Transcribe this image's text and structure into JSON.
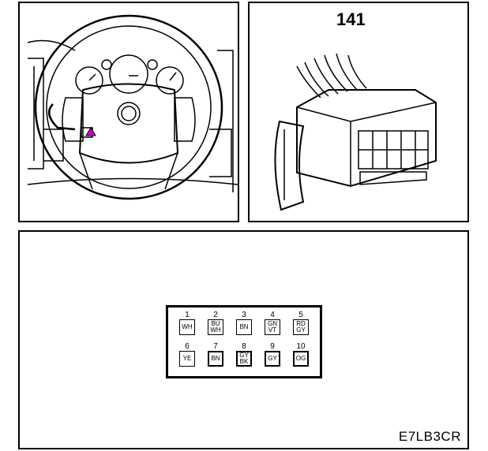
{
  "connector": {
    "number": "141",
    "code": "E7LB3CR"
  },
  "pins": [
    {
      "num": "1",
      "colors": [
        "WH"
      ],
      "bold": false
    },
    {
      "num": "2",
      "colors": [
        "BU",
        "WH"
      ],
      "bold": false
    },
    {
      "num": "3",
      "colors": [
        "BN"
      ],
      "bold": false
    },
    {
      "num": "4",
      "colors": [
        "GN",
        "VT"
      ],
      "bold": false
    },
    {
      "num": "5",
      "colors": [
        "RD",
        "GY"
      ],
      "bold": false
    },
    {
      "num": "6",
      "colors": [
        "YE"
      ],
      "bold": false
    },
    {
      "num": "7",
      "colors": [
        "BN"
      ],
      "bold": true
    },
    {
      "num": "8",
      "colors": [
        "GY",
        "BK"
      ],
      "bold": true
    },
    {
      "num": "9",
      "colors": [
        "GY"
      ],
      "bold": true
    },
    {
      "num": "10",
      "colors": [
        "OG"
      ],
      "bold": true
    }
  ],
  "colors": {
    "location_marker": "#d000d0",
    "line": "#000000"
  }
}
